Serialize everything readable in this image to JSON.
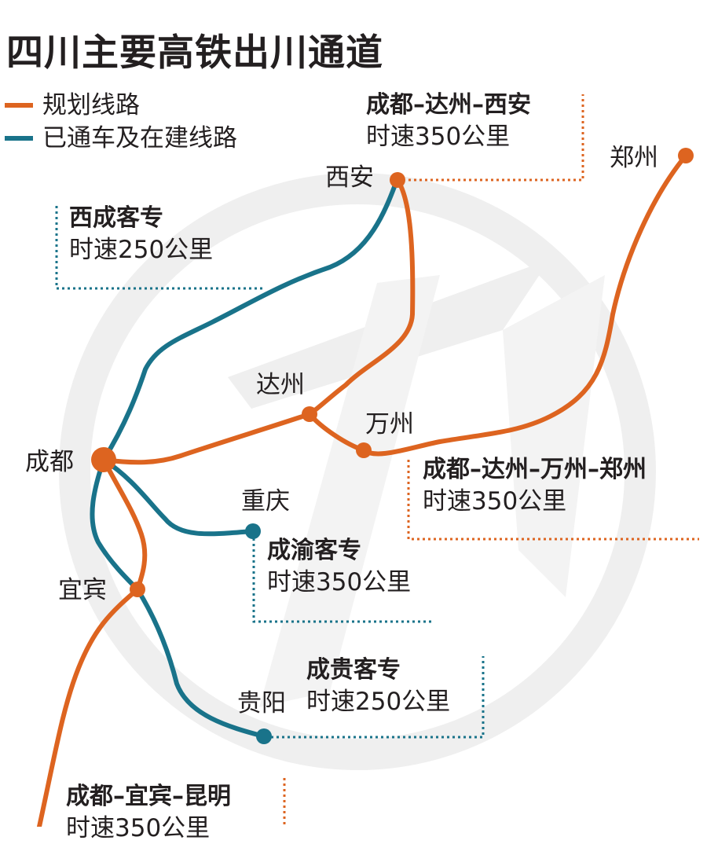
{
  "title": "四川主要高铁出川通道",
  "legend": [
    {
      "label": "规划线路",
      "color": "#DD6420"
    },
    {
      "label": "已通车及在建线路",
      "color": "#19738A"
    }
  ],
  "colors": {
    "planned": "#DD6420",
    "existing": "#19738A",
    "watermark": "#EFEFEF",
    "text": "#231F20"
  },
  "cities": {
    "xian": "西安",
    "zhengzhou": "郑州",
    "dazhou": "达州",
    "wanzhou": "万州",
    "chengdu": "成都",
    "chongqing": "重庆",
    "yibin": "宜宾",
    "guiyang": "贵阳"
  },
  "routes": [
    {
      "name": "成都–达州–西安",
      "speed": "时速350公里",
      "type": "planned"
    },
    {
      "name": "西成客专",
      "speed": "时速250公里",
      "type": "existing"
    },
    {
      "name": "成都–达州–万州–郑州",
      "speed": "时速350公里",
      "type": "planned"
    },
    {
      "name": "成渝客专",
      "speed": "时速350公里",
      "type": "existing"
    },
    {
      "name": "成贵客专",
      "speed": "时速250公里",
      "type": "existing"
    },
    {
      "name": "成都–宜宾–昆明",
      "speed": "时速350公里",
      "type": "planned"
    }
  ]
}
